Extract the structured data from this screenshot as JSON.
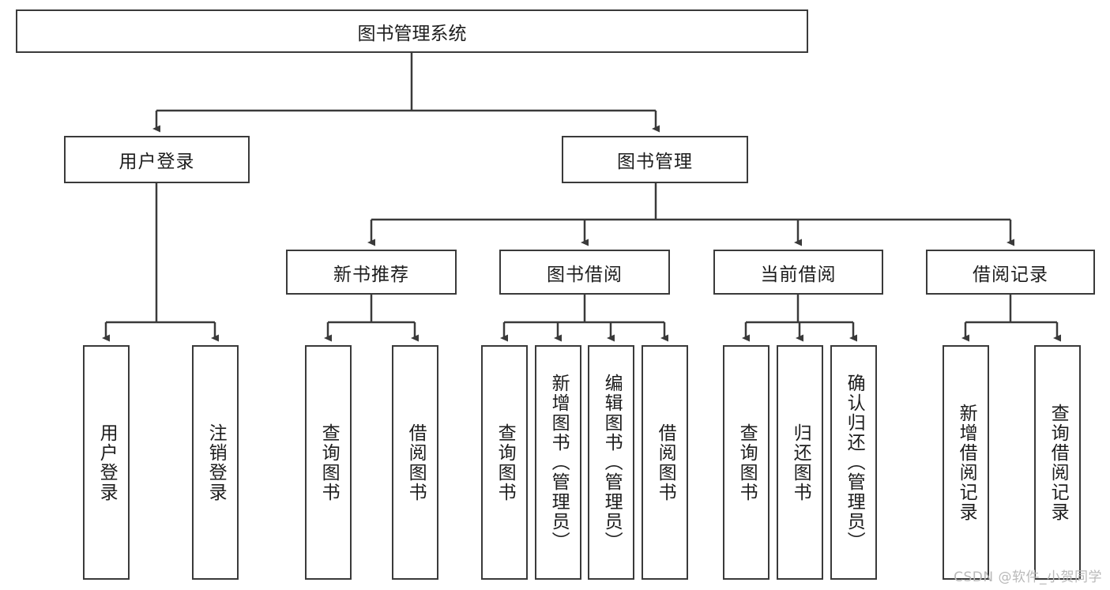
{
  "diagram": {
    "title": "图书管理系统",
    "watermark": "CSDN @软件_小贺同学",
    "colors": {
      "box_border": "#3a3a3a",
      "box_fill": "#ffffff",
      "connector": "#3a3a3a",
      "text": "#1d1d1d",
      "watermark": "#b9b9b9"
    },
    "nodes": {
      "root": {
        "label": "图书管理系统"
      },
      "level2": [
        {
          "label": "用户登录"
        },
        {
          "label": "图书管理"
        }
      ],
      "level3": [
        {
          "label": "新书推荐"
        },
        {
          "label": "图书借阅"
        },
        {
          "label": "当前借阅"
        },
        {
          "label": "借阅记录"
        }
      ],
      "leaves": {
        "user_login": [
          {
            "label": "用户登录"
          },
          {
            "label": "注销登录"
          }
        ],
        "new_book_recommend": [
          {
            "label": "查询图书"
          },
          {
            "label": "借阅图书"
          }
        ],
        "book_borrow": [
          {
            "label": "查询图书"
          },
          {
            "label": "新增图书（管理员）"
          },
          {
            "label": "编辑图书（管理员）"
          },
          {
            "label": "借阅图书"
          }
        ],
        "current_borrow": [
          {
            "label": "查询图书"
          },
          {
            "label": "归还图书"
          },
          {
            "label": "确认归还（管理员）"
          }
        ],
        "borrow_record": [
          {
            "label": "新增借阅记录"
          },
          {
            "label": "查询借阅记录"
          }
        ]
      }
    }
  }
}
